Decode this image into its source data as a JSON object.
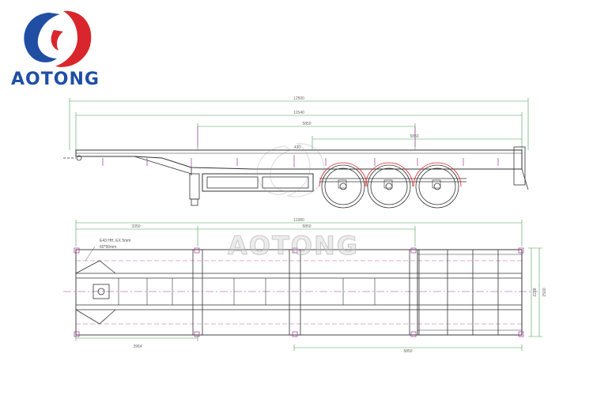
{
  "brand": {
    "name": "AOTONG",
    "colors": {
      "red": "#d9262c",
      "blue": "#1f4ea3",
      "line": "#333333",
      "dim": "#48a058",
      "accent": "#a8339a"
    },
    "watermark": "AOTONG"
  },
  "side_view": {
    "dimensions": [
      "12500",
      "11540",
      "5850",
      "5850",
      "430"
    ]
  },
  "top_view": {
    "dimensions": [
      "11980",
      "5850",
      "3350",
      "3964",
      "5850"
    ],
    "height_dims": [
      "2500",
      "2238"
    ],
    "notes": [
      "E43 HH, EX 5mm",
      "60*50mm"
    ]
  }
}
